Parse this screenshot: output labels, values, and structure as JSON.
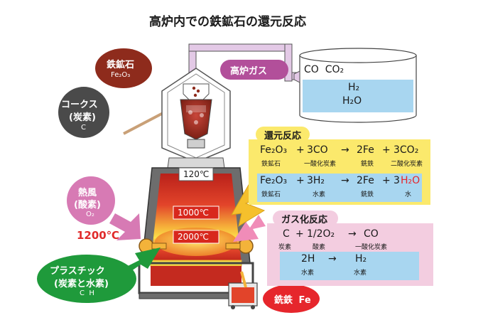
{
  "title": "高炉内での鉄鉱石の還元反応",
  "iron_ore": {
    "name": "鉄鉱石",
    "formula": "Fe₂O₃"
  },
  "coke": {
    "name": "コークス",
    "sub": "(炭素)",
    "symbol": "C"
  },
  "blast_gas": {
    "label": "高炉ガス"
  },
  "gas_tank": {
    "top": "CO  CO₂",
    "bottom1": "H₂",
    "bottom2": "H₂O"
  },
  "hot_air": {
    "line1": "熱風",
    "line2": "(酸素)",
    "formula": "O₂"
  },
  "temp_air": "1200℃",
  "plastic": {
    "line1": "プラスチック",
    "line2": "(炭素と水素)",
    "symbols": "C  H"
  },
  "temps": {
    "top": "120℃",
    "mid": "1000℃",
    "low": "2000℃"
  },
  "pig_iron": {
    "name": "銑鉄",
    "symbol": "Fe"
  },
  "reduction": {
    "title": "還元反応",
    "eq1": {
      "a": "Fe₂O₃",
      "a_label": "鉄鉱石",
      "plus1": "+",
      "b": "3CO",
      "b_label": "一酸化炭素",
      "arrow": "→",
      "c": "2Fe",
      "c_label": "銑鉄",
      "plus2": "+",
      "d": "3CO₂",
      "d_label": "二酸化炭素"
    },
    "eq2": {
      "a": "Fe₂O₃",
      "a_label": "鉄鉱石",
      "plus1": "+",
      "b": "3H₂",
      "b_label": "水素",
      "arrow": "→",
      "c": "2Fe",
      "c_label": "銑鉄",
      "plus2": "+",
      "d_coef": "3",
      "d": "H₂O",
      "d_label": "水"
    }
  },
  "gasification": {
    "title": "ガス化反応",
    "eq1": {
      "a": "C",
      "a_label": "炭素",
      "plus": "+",
      "b": "1/2O₂",
      "b_label": "酸素",
      "arrow": "→",
      "c": "CO",
      "c_label": "一酸化炭素"
    },
    "eq2": {
      "a": "2H",
      "a_label": "水素",
      "arrow": "→",
      "c": "H₂",
      "c_label": "水素"
    }
  },
  "colors": {
    "iron_ore": "#8e2b1c",
    "coke": "#4a4a4a",
    "blast_gas": "#b24f9a",
    "hot_air": "#d77ab4",
    "plastic": "#1f9a3b",
    "pig_iron": "#e6262c",
    "tank_fill": "#a8d6f0",
    "reduction_box": "#fbe96c",
    "gasification_box": "#f3cde0",
    "pipe": "#e3c9e6",
    "furnace_red": "#d8281d",
    "temp_text": "#e02a2a"
  }
}
